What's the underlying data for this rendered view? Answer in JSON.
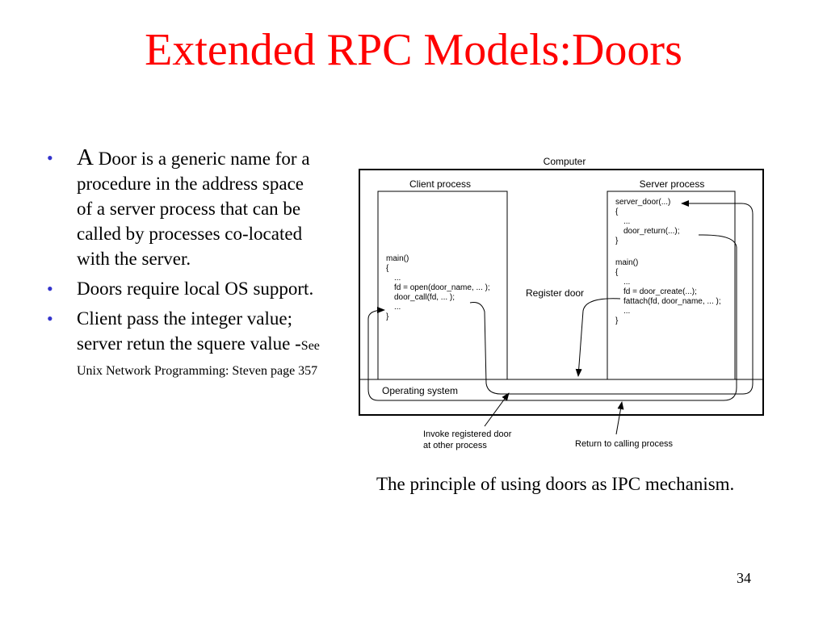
{
  "slide": {
    "title": "Extended RPC Models:Doors",
    "page_number": "34",
    "bullets": [
      {
        "lead": "A",
        "text": " Door is a generic name for a procedure in the address space of a server process that can be called by processes co-located with the server."
      },
      {
        "text": "Doors require local OS support."
      },
      {
        "text": "Client pass the integer value; server retun the squere value -",
        "note": "See Unix Network Programming: Steven page 357"
      }
    ],
    "caption": "The principle of using doors as IPC mechanism."
  },
  "diagram": {
    "computer_label": "Computer",
    "client_label": "Client process",
    "server_label": "Server process",
    "os_label": "Operating system",
    "register_label": "Register door",
    "invoke_label_1": "Invoke registered door",
    "invoke_label_2": "at other process",
    "return_label": "Return to calling process",
    "client_code": [
      "main()",
      "{",
      "...",
      "fd = open(door_name, ... );",
      "door_call(fd, ... );",
      "...",
      "}"
    ],
    "server_code": [
      "server_door(...)",
      "{",
      "...",
      "door_return(...);",
      "}",
      "main()",
      "{",
      "...",
      "fd = door_create(...);",
      "fattach(fd, door_name, ... );",
      "...",
      "}"
    ]
  }
}
